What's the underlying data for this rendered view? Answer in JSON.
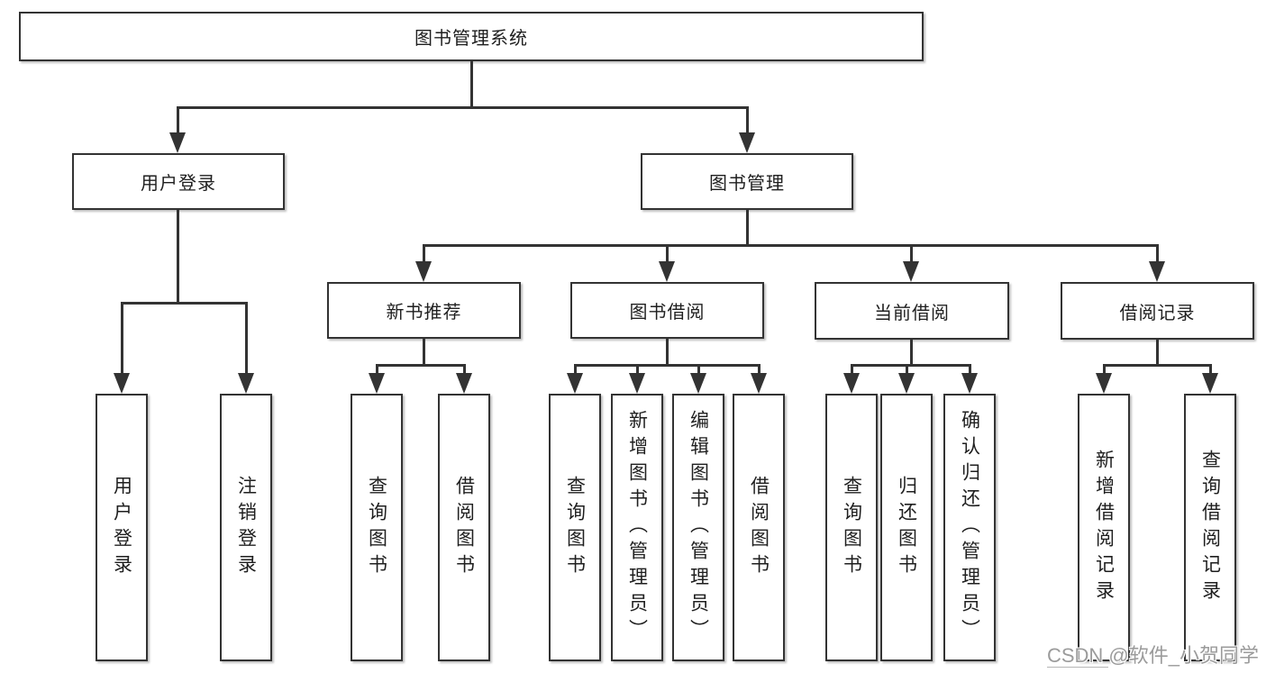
{
  "tree": {
    "root": {
      "label": "图书管理系统"
    },
    "user_login": {
      "label": "用户登录",
      "children": {
        "login": {
          "label": "用户登录"
        },
        "logout": {
          "label": "注销登录"
        }
      }
    },
    "book_mgmt": {
      "label": "图书管理",
      "children": {
        "new_books": {
          "label": "新书推荐",
          "children": {
            "query_books": {
              "label": "查询图书"
            },
            "borrow_books": {
              "label": "借阅图书"
            }
          }
        },
        "book_borrow": {
          "label": "图书借阅",
          "children": {
            "query_books": {
              "label": "查询图书"
            },
            "add_books": {
              "label": "新增图书（管理员）"
            },
            "edit_books": {
              "label": "编辑图书（管理员）"
            },
            "borrow_books": {
              "label": "借阅图书"
            }
          }
        },
        "current_borrow": {
          "label": "当前借阅",
          "children": {
            "query_books": {
              "label": "查询图书"
            },
            "return_books": {
              "label": "归还图书"
            },
            "confirm_return": {
              "label": "确认归还（管理员）"
            }
          }
        },
        "borrow_records": {
          "label": "借阅记录",
          "children": {
            "add_record": {
              "label": "新增借阅记录"
            },
            "query_record": {
              "label": "查询借阅记录"
            }
          }
        }
      }
    }
  },
  "watermark": {
    "prefix": "CSDN ",
    "author": "@软件_小贺同学"
  },
  "colors": {
    "line": "#333333",
    "box_border": "#333333",
    "box_fill": "#ffffff",
    "text": "#1f1f1f",
    "watermark": "#9b9b9b"
  }
}
